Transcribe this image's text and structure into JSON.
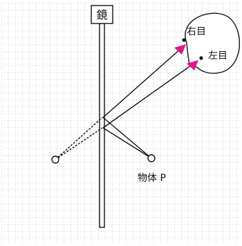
{
  "mirror_label": "鏡",
  "right_eye_label": "右目",
  "left_eye_label": "左目",
  "object_label": "物体 P",
  "colors": {
    "grid": "#bdbdbd",
    "line": "#111111",
    "arrow": "#e0168a",
    "background": "#ffffff"
  }
}
